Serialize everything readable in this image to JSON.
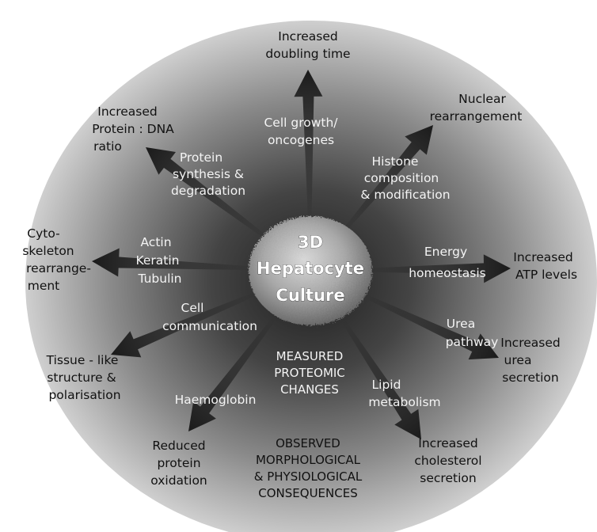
{
  "center": {
    "lines": [
      "3D",
      "Hepatocyte",
      "Culture"
    ]
  },
  "center_labels": {
    "measured": [
      "MEASURED",
      "PROTEOMIC",
      "CHANGES"
    ],
    "observed": [
      "OBSERVED",
      "MORPHOLOGICAL",
      "& PHYSIOLOGICAL",
      "CONSEQUENCES"
    ]
  },
  "spokes": [
    {
      "id": "growth",
      "inner": [
        "Cell growth/",
        "oncogenes"
      ],
      "outer": [
        "Increased",
        "doubling time"
      ]
    },
    {
      "id": "histone",
      "inner": [
        "Histone",
        "composition",
        "& modification"
      ],
      "outer": [
        "Nuclear",
        "rearrangement"
      ]
    },
    {
      "id": "energy",
      "inner": [
        "Energy",
        "homeostasis"
      ],
      "outer": [
        "Increased",
        "ATP levels"
      ]
    },
    {
      "id": "urea",
      "inner": [
        "Urea",
        "pathway"
      ],
      "outer": [
        "Increased",
        "urea",
        "secretion"
      ]
    },
    {
      "id": "lipid",
      "inner": [
        "Lipid",
        "metabolism"
      ],
      "outer": [
        "Increased",
        "cholesterol",
        "secretion"
      ]
    },
    {
      "id": "haemoglobin",
      "inner": [
        "Haemoglobin"
      ],
      "outer": [
        "Reduced",
        "protein",
        "oxidation"
      ]
    },
    {
      "id": "communication",
      "inner": [
        "Cell",
        "communication"
      ],
      "outer": [
        "Tissue - like",
        "structure &",
        "polarisation"
      ]
    },
    {
      "id": "cytoskeleton",
      "inner": [
        "Actin",
        "Keratin",
        "Tubulin"
      ],
      "outer": [
        "Cyto-",
        "skeleton",
        "rearrange-",
        "ment"
      ]
    },
    {
      "id": "protein",
      "inner": [
        "Protein",
        "synthesis &",
        "degradation"
      ],
      "outer": [
        "Increased",
        "Protein : DNA",
        "ratio"
      ]
    }
  ]
}
